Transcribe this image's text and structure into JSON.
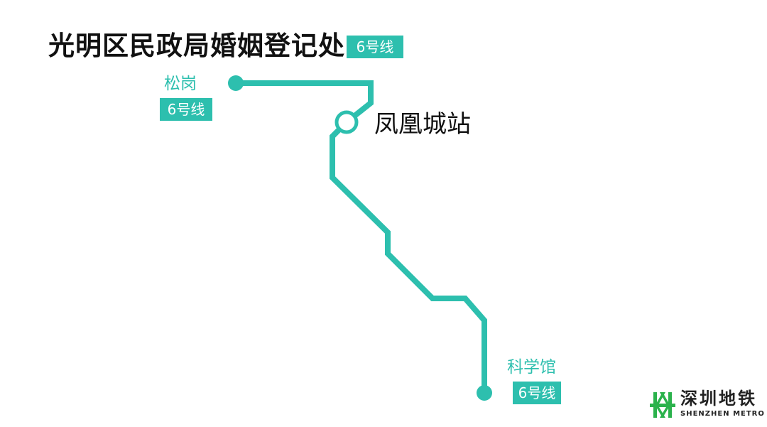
{
  "title": "光明区民政局婚姻登记处",
  "line_badge": "6号线",
  "line_color": "#2dbfae",
  "stations": {
    "start": {
      "name": "松岗",
      "line": "6号线",
      "type": "terminus"
    },
    "current": {
      "name": "凤凰城站",
      "type": "current-station"
    },
    "end": {
      "name": "科学馆",
      "line": "6号线",
      "type": "terminus"
    }
  },
  "logo": {
    "chinese": "深圳地铁",
    "english": "SHENZHEN METRO",
    "color": "#2bb24c",
    "icon": "shenzhen-metro-logo-icon"
  }
}
